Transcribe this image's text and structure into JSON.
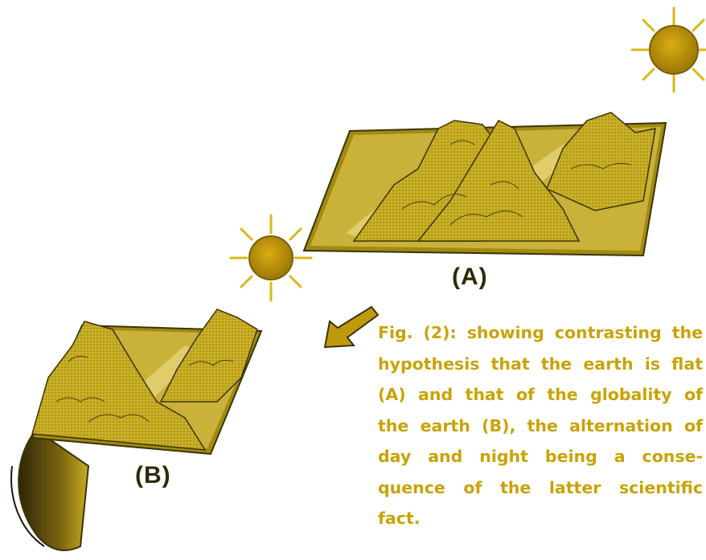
{
  "figure": {
    "label_a": "(A)",
    "label_b": "(B)",
    "caption_lines": [
      "Fig. (2): showing contrasting the",
      "hypothesis that the earth is flat",
      "(A) and that of the globality of",
      "the earth (B), the alternation of",
      "day and night being a conse-",
      "quence of the latter scientific",
      "fact."
    ]
  },
  "colors": {
    "plate": "#b89e12",
    "plate_light": "#d4bc3a",
    "mountain": "#c8ae24",
    "outline": "#3a3308",
    "sun": "#b8900a",
    "ray": "#d8b81a",
    "caption": "#c9a306",
    "arrow": "#c19a0b"
  },
  "icons": [
    "sun-icon",
    "arrow-icon"
  ]
}
